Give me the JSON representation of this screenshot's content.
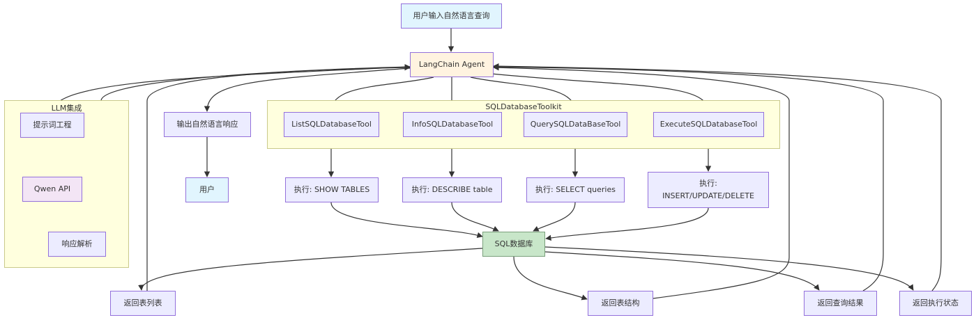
{
  "colors": {
    "edge": "#333333",
    "node_default": "#ececff",
    "node_border": "#9370db",
    "cluster_fill": "#ffffde",
    "user_fill": "#e1f5fe",
    "agent_fill": "#fff3e0",
    "llm_fill": "#f3e5f5",
    "db_fill": "#c8e6c9"
  },
  "clusters": {
    "llm": "LLM集成",
    "toolkit": "SQLDatabaseToolkit"
  },
  "nodes": {
    "user_query": "用户输入自然语言查询",
    "agent": "LangChain Agent",
    "prompt": "提示词工程",
    "qwen": "Qwen API",
    "parse": "响应解析",
    "output": "输出自然语言响应",
    "user": "用户",
    "list_tool": "ListSQLDatabaseTool",
    "info_tool": "InfoSQLDatabaseTool",
    "query_tool": "QuerySQLDataBaseTool",
    "exec_tool": "ExecuteSQLDatabaseTool",
    "show_tables": "执行: SHOW TABLES",
    "describe": "执行: DESCRIBE table",
    "select": "执行: SELECT queries",
    "insert": "执行:\nINSERT/UPDATE/DELETE",
    "db": "SQL数据库",
    "ret_tables": "返回表列表",
    "ret_struct": "返回表结构",
    "ret_query": "返回查询结果",
    "ret_exec": "返回执行状态"
  }
}
